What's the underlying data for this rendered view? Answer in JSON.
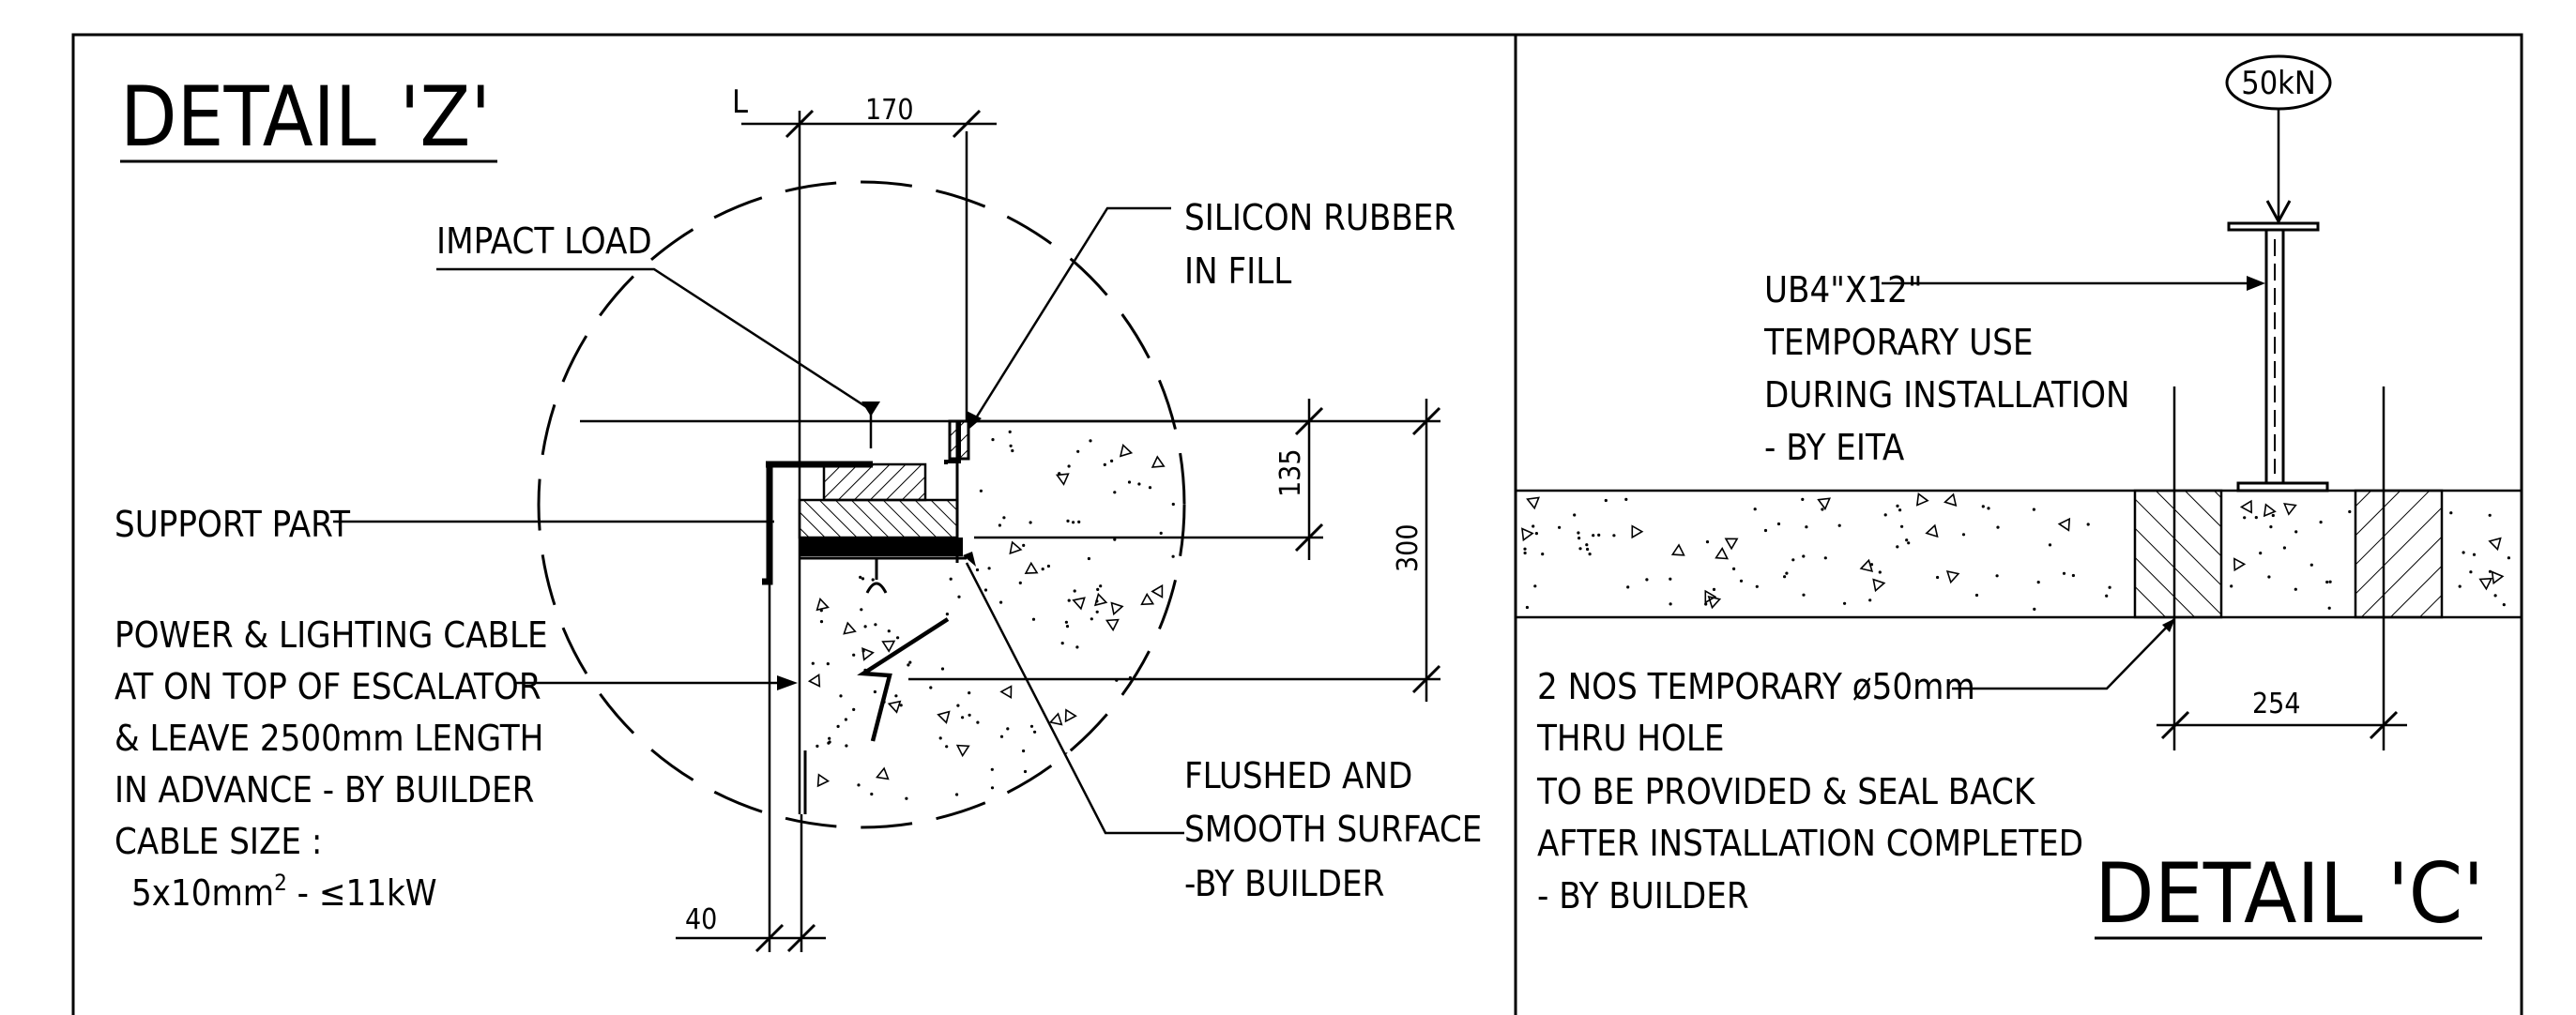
{
  "detail_z": {
    "title": "DETAIL 'Z'",
    "dim_l": "L",
    "dim_170": "170",
    "dim_135": "135",
    "dim_300": "300",
    "dim_40": "40",
    "label_impact": "IMPACT LOAD",
    "label_silicon_1": "SILICON RUBBER",
    "label_silicon_2": "IN FILL",
    "label_support": "SUPPORT PART",
    "cable_1": "POWER & LIGHTING CABLE",
    "cable_2": "AT ON TOP OF ESCALATOR",
    "cable_3": "& LEAVE 2500mm LENGTH",
    "cable_4": "IN ADVANCE - BY BUILDER",
    "cable_5": "CABLE SIZE :",
    "cable_6a": "5x10mm",
    "cable_6sup": "2",
    "cable_6b": " - ≤11kW",
    "flush_1": "FLUSHED AND",
    "flush_2": "SMOOTH SURFACE",
    "flush_3": "-BY BUILDER"
  },
  "detail_c": {
    "title": "DETAIL 'C'",
    "load": "50kN",
    "beam_1": "UB4\"X12\"",
    "beam_2": "TEMPORARY USE",
    "beam_3": "DURING INSTALLATION",
    "beam_4": "- BY EITA",
    "hole_1": "2 NOS TEMPORARY ø50mm",
    "hole_2": "THRU HOLE",
    "hole_3": "TO BE PROVIDED & SEAL BACK",
    "hole_4": "AFTER INSTALLATION COMPLETED",
    "hole_5": "- BY BUILDER",
    "dim_254": "254"
  }
}
